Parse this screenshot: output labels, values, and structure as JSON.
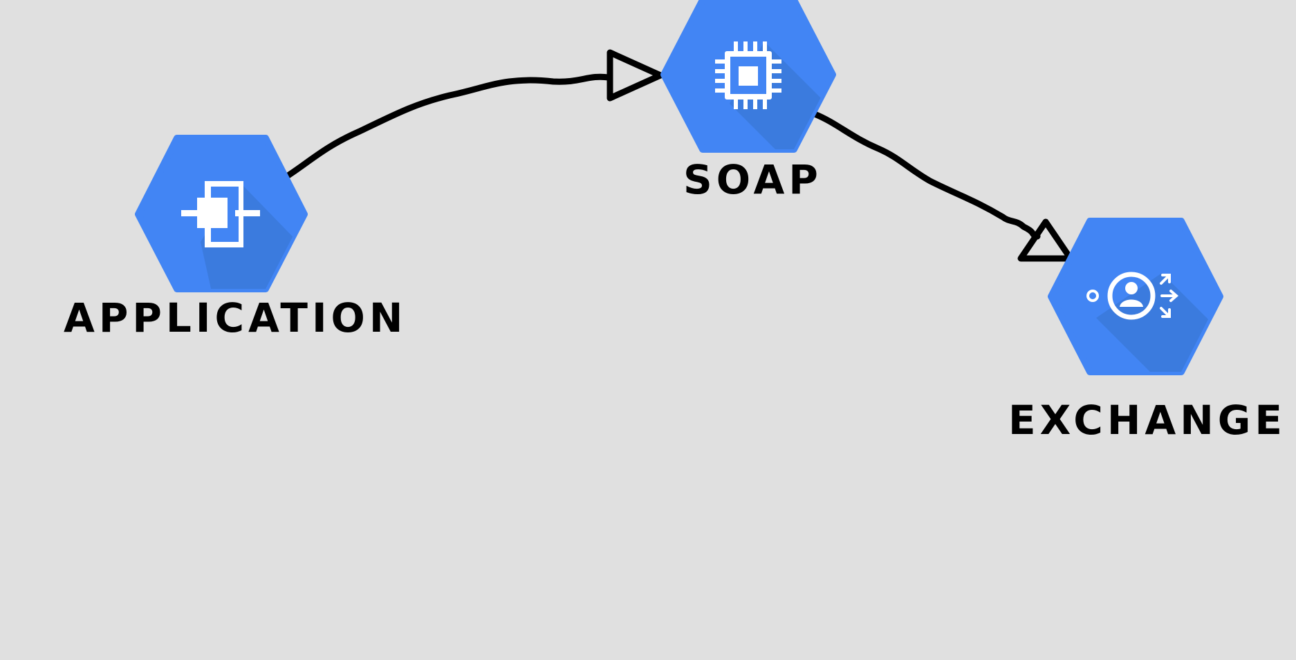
{
  "diagram": {
    "background": "#e0e0e0",
    "node_color": "#4285f4",
    "node_shadow_color": "#3a78d8",
    "edge_color": "#000000",
    "nodes": [
      {
        "id": "application",
        "label": "APPLICATION",
        "icon": "application-module-icon"
      },
      {
        "id": "soap",
        "label": "SOAP",
        "icon": "chip-processor-icon"
      },
      {
        "id": "exchange",
        "label": "EXCHANGE",
        "icon": "user-exchange-icon"
      }
    ],
    "edges": [
      {
        "from": "application",
        "to": "soap"
      },
      {
        "from": "soap",
        "to": "exchange"
      }
    ]
  }
}
